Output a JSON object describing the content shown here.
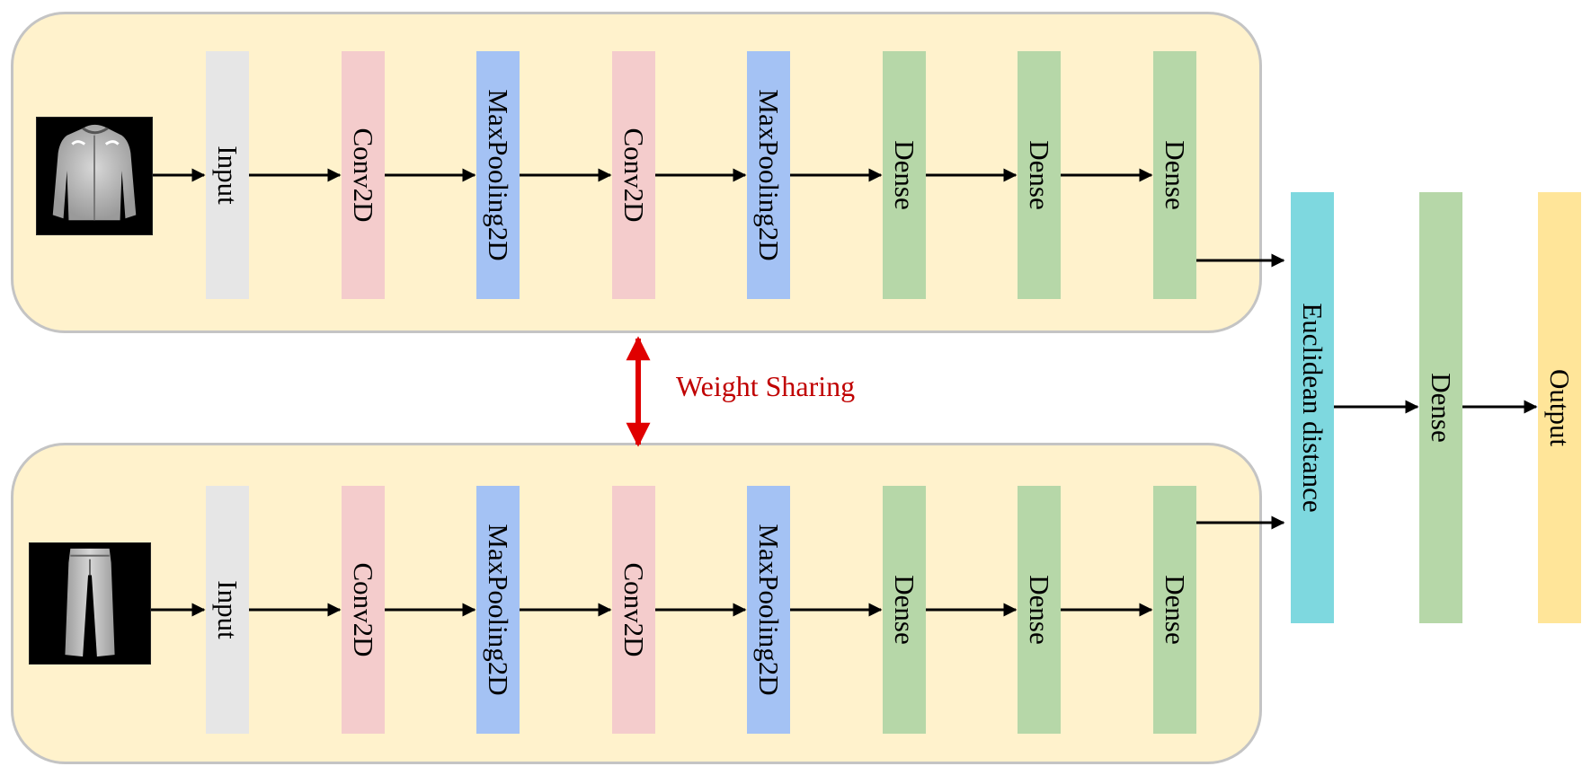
{
  "colors": {
    "panel_bg": "#fff2cc",
    "panel_border": "#c4c4c4",
    "input": "#e6e6e6",
    "conv": "#f4cccc",
    "pool": "#a4c2f4",
    "dense": "#b6d7a8",
    "distance": "#7ed8df",
    "output": "#ffe599",
    "arrow": "#000000",
    "sharing": "#e00000",
    "sharing_text": "#c00000"
  },
  "branch_layers": [
    {
      "label": "Input",
      "type": "input"
    },
    {
      "label": "Conv2D",
      "type": "conv"
    },
    {
      "label": "MaxPooling2D",
      "type": "pool"
    },
    {
      "label": "Conv2D",
      "type": "conv"
    },
    {
      "label": "MaxPooling2D",
      "type": "pool"
    },
    {
      "label": "Dense",
      "type": "dense"
    },
    {
      "label": "Dense",
      "type": "dense"
    },
    {
      "label": "Dense",
      "type": "dense"
    }
  ],
  "head_layers": [
    {
      "label": "Euclidean distance",
      "type": "distance"
    },
    {
      "label": "Dense",
      "type": "dense"
    },
    {
      "label": "Output",
      "type": "output"
    }
  ],
  "images": [
    {
      "name": "jacket-image",
      "depicts": "jacket"
    },
    {
      "name": "trousers-image",
      "depicts": "trousers"
    }
  ],
  "weight_sharing": {
    "label": "Weight Sharing"
  }
}
